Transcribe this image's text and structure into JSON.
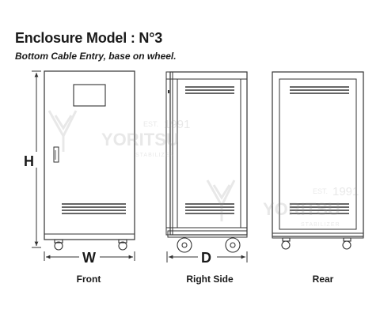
{
  "header": {
    "title": "Enclosure Model : N°3",
    "subtitle": "Bottom Cable Entry, base on wheel."
  },
  "dimensions": {
    "height": "H",
    "width": "W",
    "depth": "D"
  },
  "views": [
    {
      "label": "Front"
    },
    {
      "label": "Right Side"
    },
    {
      "label": "Rear"
    }
  ],
  "watermark": {
    "brand": "YORITSU",
    "year": "1991",
    "est": "EST.",
    "tag": "STABILIZER"
  }
}
